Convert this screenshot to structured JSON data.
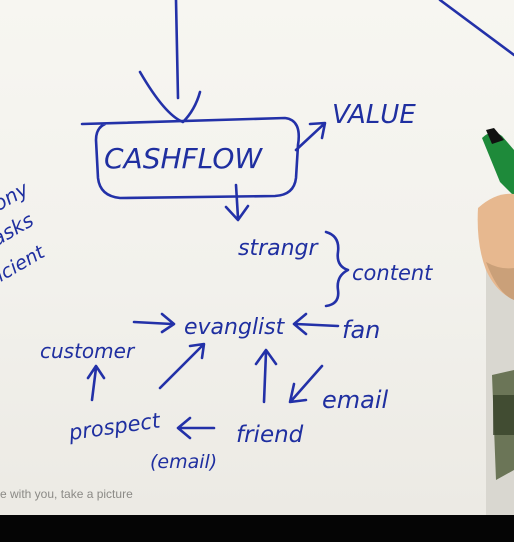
{
  "whiteboard": {
    "box_label": "CASHFLOW",
    "value_label": "VALUE",
    "strangers": "strangr",
    "content": "content",
    "customer": "customer",
    "evangelist": "evanglist",
    "fan": "fan",
    "prospect": "prospect",
    "friend": "friend",
    "email_right": "email",
    "email_left": "(email)",
    "left_edge_words": [
      "ony",
      "asks",
      "ficient"
    ]
  },
  "caption": "e with you, take a picture"
}
